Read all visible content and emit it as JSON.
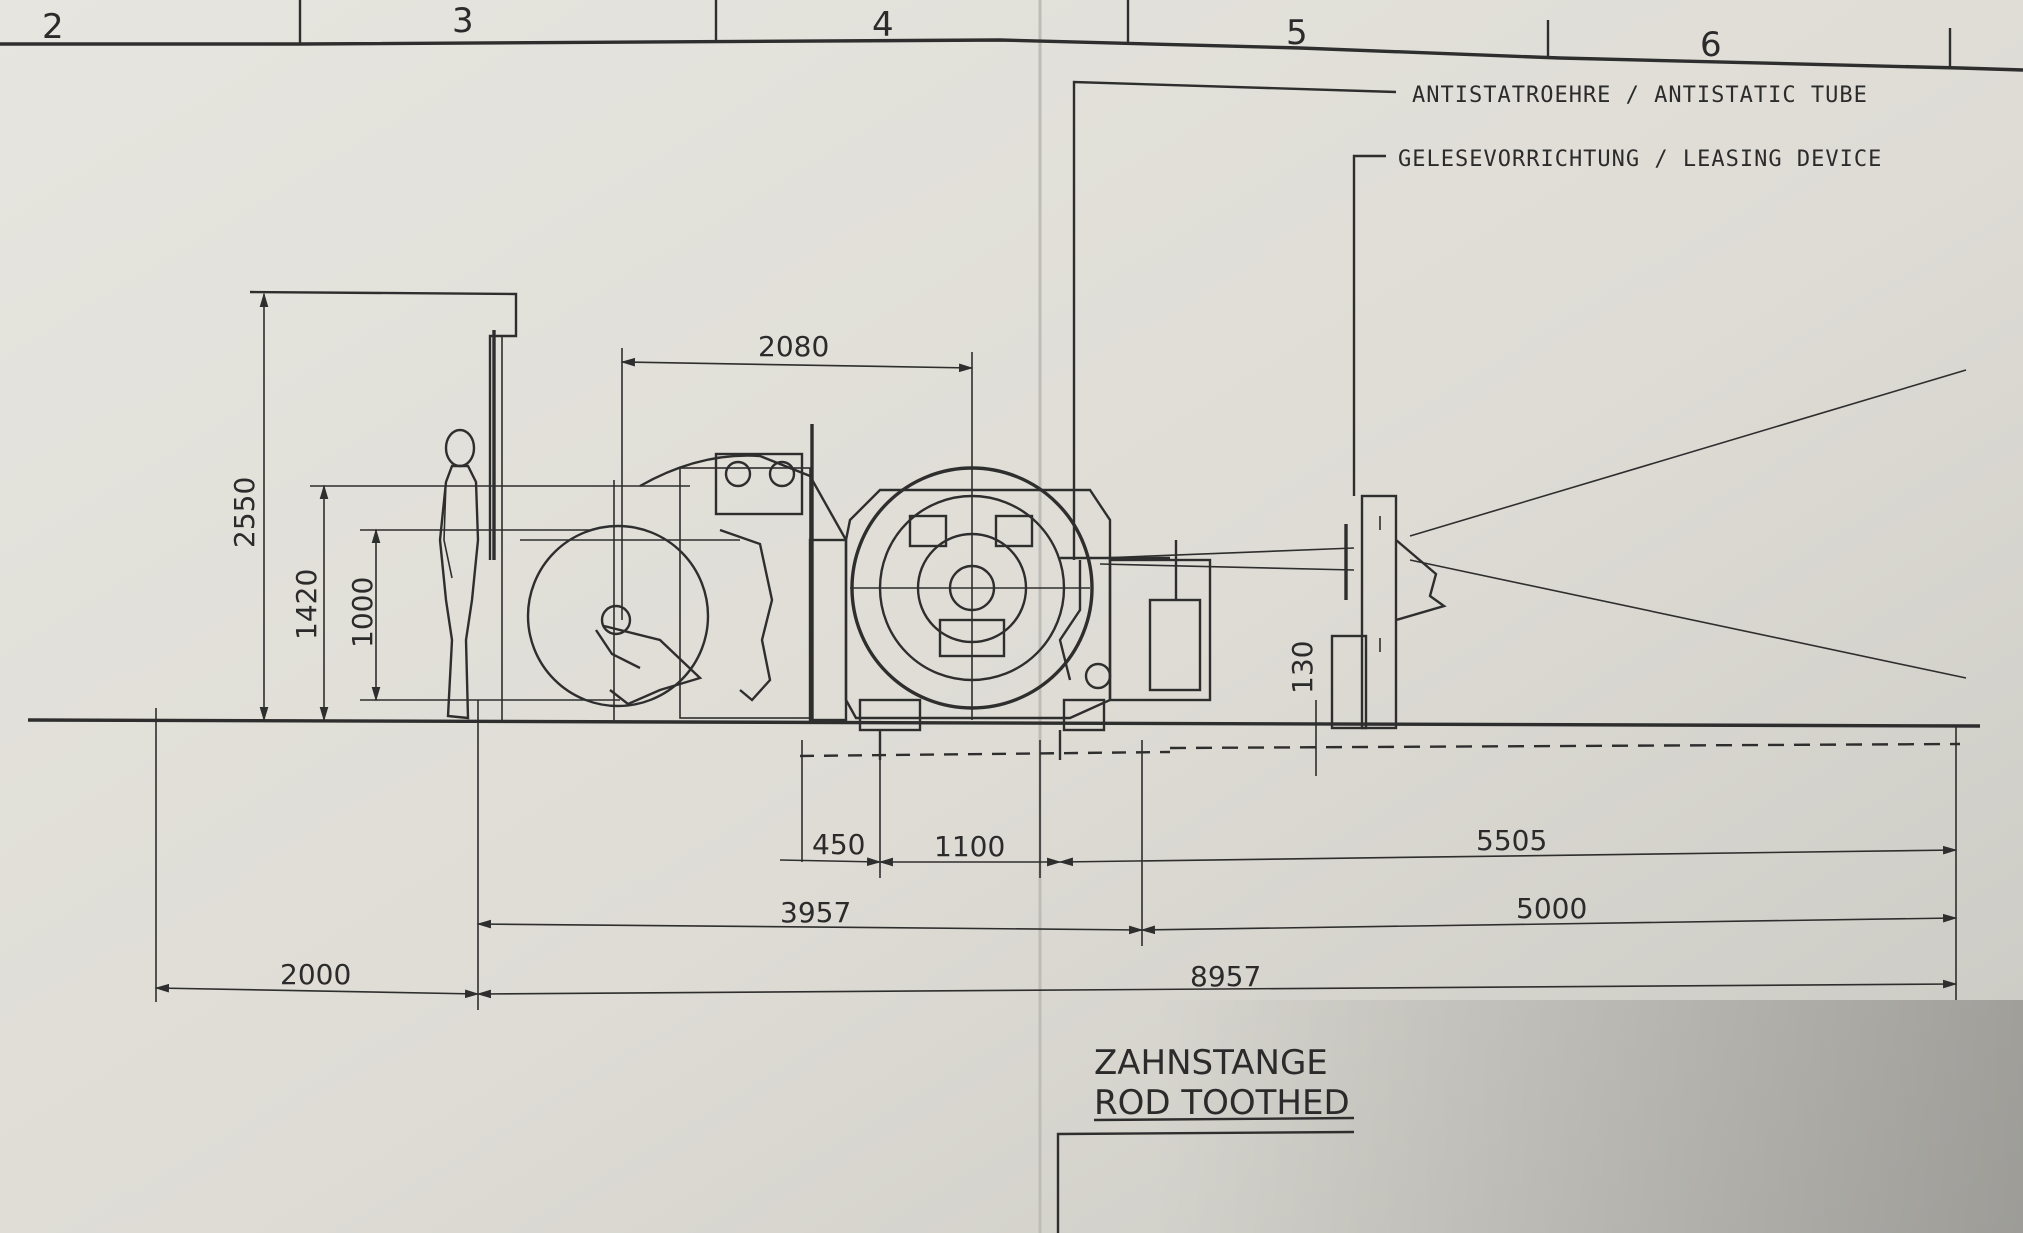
{
  "colors": {
    "paper": "#e3e2dc",
    "line": "#2e2e2e",
    "shadow": "#b7b6b0"
  },
  "zones": [
    "2",
    "3",
    "4",
    "5",
    "6"
  ],
  "notes": {
    "antistatic": "ANTISTATROEHRE / ANTISTATIC TUBE",
    "leasing": "GELESEVORRICHTUNG / LEASING DEVICE",
    "rod_de": "ZAHNSTANGE",
    "rod_en": "ROD TOOTHED"
  },
  "dimensions": {
    "d2550": "2550",
    "d1420": "1420",
    "d1000": "1000",
    "d2080": "2080",
    "d130": "130",
    "d450": "450",
    "d1100": "1100",
    "d5505": "5505",
    "d3957": "3957",
    "d5000": "5000",
    "d2000": "2000",
    "d8957": "8957"
  }
}
